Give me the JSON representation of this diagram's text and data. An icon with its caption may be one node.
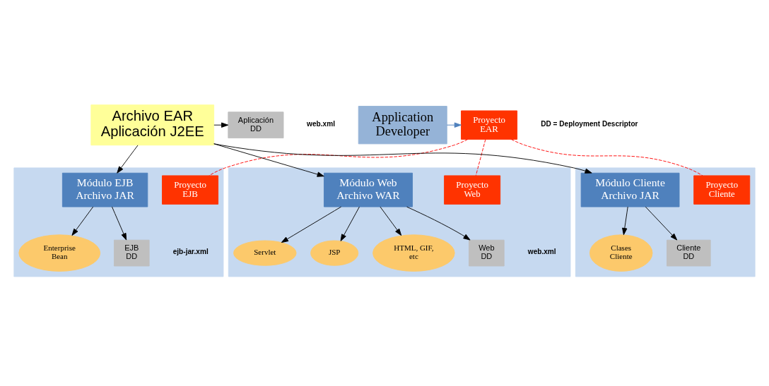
{
  "diagram": {
    "nodes": [
      {
        "text": [
          "Application Developer"
        ]
      },
      {
        "text": [
          "Proyecto EAR"
        ]
      },
      {
        "text": [
          "Archivo EAR Aplicación J2EE"
        ]
      },
      {
        "text": [
          "Aplicación DD"
        ],
        "beside": [
          "web.xml"
        ]
      },
      {
        "text": [],
        "shape": "box"
      },
      {
        "text": [
          "Proyecto EJB"
        ],
        "in": 4
      },
      {
        "text": [
          "Módulo EJB Archivo JAR"
        ],
        "in": 4
      },
      {
        "text": [
          "Enterprise Bean"
        ],
        "in": 4
      },
      {
        "text": [
          "EJB DD"
        ],
        "in": 4,
        "beside": [
          "ejb-jar.xml"
        ]
      },
      {
        "text": [],
        "shape": "box"
      },
      {
        "text": [
          "Proyecto Web"
        ],
        "in": 9
      },
      {
        "text": [
          "Módulo Web Archivo WAR"
        ],
        "in": 9
      },
      {
        "text": [
          "Servlet"
        ],
        "in": 9
      },
      {
        "text": [
          "JSP"
        ],
        "in": 9
      },
      {
        "text": [
          "HTML, GIF, etc"
        ],
        "in": 9
      },
      {
        "text": [
          "Web DD"
        ],
        "in": 9,
        "beside": [
          "web.xml"
        ]
      },
      {
        "text": [],
        "shape": "box"
      },
      {
        "text": [
          "Proyecto Cliente"
        ],
        "in": 16
      },
      {
        "text": [
          "Módulo Cliente Archivo JAR"
        ],
        "in": 16
      },
      {
        "text": [
          "Clases Cliente"
        ],
        "in": 16
      },
      {
        "text": [
          "Cliente DD"
        ],
        "in": 16
      }
    ],
    "edges": [
      {
        "from": 0,
        "to": 1,
        "arrow": "to",
        "color": "#4f81bd"
      },
      {
        "from": 2,
        "to": 3,
        "arrow": "to"
      },
      {
        "from": 1,
        "to": 5,
        "arrow": "none",
        "style": "dashed",
        "color": "#ff0000"
      },
      {
        "from": 1,
        "to": 10,
        "arrow": "none",
        "style": "dashed",
        "color": "#ff0000"
      },
      {
        "from": 1,
        "to": 17,
        "arrow": "none",
        "style": "dashed",
        "color": "#ff0000"
      },
      {
        "from": 2,
        "to": 6,
        "arrow": "to"
      },
      {
        "from": 2,
        "to": 11,
        "arrow": "to"
      },
      {
        "from": 2,
        "to": 18,
        "arrow": "to"
      },
      {
        "from": 6,
        "to": 7,
        "arrow": "to"
      },
      {
        "from": 6,
        "to": 8,
        "arrow": "to"
      },
      {
        "from": 11,
        "to": 12,
        "arrow": "to"
      },
      {
        "from": 11,
        "to": 13,
        "arrow": "to"
      },
      {
        "from": 11,
        "to": 14,
        "arrow": "to"
      },
      {
        "from": 11,
        "to": 15,
        "arrow": "to"
      },
      {
        "from": 18,
        "to": 19,
        "arrow": "to"
      },
      {
        "from": 18,
        "to": 20,
        "arrow": "to"
      }
    ],
    "labels": [
      "DD = Deployment Descriptor"
    ]
  }
}
